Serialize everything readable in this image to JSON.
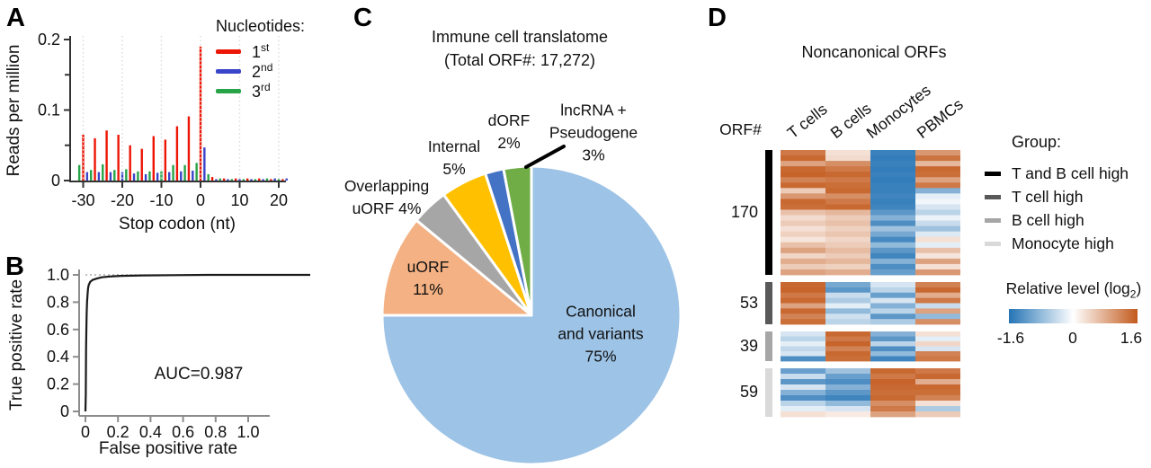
{
  "panels": {
    "a": "A",
    "b": "B",
    "c": "C",
    "d": "D"
  },
  "chart_data": [
    {
      "type": "bar",
      "panel": "A",
      "xlabel": "Stop codon (nt)",
      "ylabel": "Reads per million",
      "xlim": [
        -32,
        23
      ],
      "ylim": [
        0,
        0.2
      ],
      "xticks": [
        [
          -30,
          "-30"
        ],
        [
          -20,
          "-20"
        ],
        [
          -10,
          "-10"
        ],
        [
          0,
          "0"
        ],
        [
          10,
          "10"
        ],
        [
          20,
          "20"
        ]
      ],
      "yticks": [
        [
          0,
          "0"
        ],
        [
          0.1,
          "0.1"
        ],
        [
          0.2,
          "0.2"
        ]
      ],
      "yticks_minor": [
        0.05,
        0.15
      ],
      "grid_x": [
        -30,
        -20,
        -10,
        0,
        10,
        20
      ],
      "legend_title": "Nucleotides:",
      "series": [
        {
          "name": "1st",
          "base": "1",
          "sup": "st",
          "color": "#ed1505"
        },
        {
          "name": "2nd",
          "base": "2",
          "sup": "nd",
          "color": "#3a44c8"
        },
        {
          "name": "3rd",
          "base": "3",
          "sup": "rd",
          "color": "#27a348"
        }
      ],
      "bars": [
        [
          -31,
          2,
          0.022
        ],
        [
          -30,
          0,
          0.065
        ],
        [
          -29,
          1,
          0.012
        ],
        [
          -28,
          2,
          0.015
        ],
        [
          -27,
          0,
          0.06
        ],
        [
          -26,
          1,
          0.012
        ],
        [
          -25,
          2,
          0.023
        ],
        [
          -24,
          0,
          0.071
        ],
        [
          -23,
          1,
          0.012
        ],
        [
          -22,
          2,
          0.015
        ],
        [
          -21,
          0,
          0.065
        ],
        [
          -20,
          1,
          0.012
        ],
        [
          -19,
          2,
          0.016
        ],
        [
          -18,
          0,
          0.05
        ],
        [
          -17,
          1,
          0.01
        ],
        [
          -16,
          2,
          0.013
        ],
        [
          -15,
          0,
          0.045
        ],
        [
          -14,
          1,
          0.009
        ],
        [
          -13,
          2,
          0.013
        ],
        [
          -12,
          0,
          0.063
        ],
        [
          -11,
          1,
          0.011
        ],
        [
          -10,
          2,
          0.013
        ],
        [
          -9,
          0,
          0.058
        ],
        [
          -8,
          1,
          0.012
        ],
        [
          -7,
          2,
          0.022
        ],
        [
          -6,
          0,
          0.077
        ],
        [
          -5,
          1,
          0.013
        ],
        [
          -4,
          2,
          0.022
        ],
        [
          -3,
          0,
          0.091
        ],
        [
          -2,
          1,
          0.014
        ],
        [
          -1,
          2,
          0.025
        ],
        [
          0,
          0,
          0.19
        ],
        [
          1,
          1,
          0.047
        ],
        [
          2,
          2,
          0.009
        ],
        [
          3,
          0,
          0.005
        ],
        [
          4,
          1,
          0.002
        ],
        [
          5,
          2,
          0.003
        ],
        [
          6,
          0,
          0.003
        ],
        [
          7,
          1,
          0.002
        ],
        [
          8,
          2,
          0.002
        ],
        [
          9,
          0,
          0.003
        ],
        [
          10,
          1,
          0.002
        ],
        [
          11,
          2,
          0.002
        ],
        [
          12,
          0,
          0.003
        ],
        [
          13,
          1,
          0.002
        ],
        [
          14,
          2,
          0.002
        ],
        [
          15,
          0,
          0.003
        ],
        [
          16,
          1,
          0.002
        ],
        [
          17,
          2,
          0.003
        ],
        [
          18,
          0,
          0.002
        ],
        [
          19,
          1,
          0.003
        ],
        [
          20,
          2,
          0.002
        ],
        [
          21,
          0,
          0.002
        ],
        [
          22,
          1,
          0.003
        ]
      ]
    },
    {
      "type": "line",
      "panel": "B",
      "xlabel": "False positive rate",
      "ylabel": "True positive rate",
      "annotation": "AUC=0.987",
      "xticks": [
        [
          0,
          "0"
        ],
        [
          0.2,
          "0.2"
        ],
        [
          0.4,
          "0.4"
        ],
        [
          0.6,
          "0.6"
        ],
        [
          0.8,
          "0.8"
        ],
        [
          1,
          "1.0"
        ]
      ],
      "yticks": [
        [
          0,
          "0"
        ],
        [
          0.2,
          "0.2"
        ],
        [
          0.4,
          "0.4"
        ],
        [
          0.6,
          "0.6"
        ],
        [
          0.8,
          "0.8"
        ],
        [
          1,
          "1.0"
        ]
      ],
      "reference_line_y": 1.0,
      "points": [
        [
          0,
          0
        ],
        [
          0.002,
          0.12
        ],
        [
          0.004,
          0.45
        ],
        [
          0.006,
          0.62
        ],
        [
          0.008,
          0.72
        ],
        [
          0.01,
          0.8
        ],
        [
          0.013,
          0.86
        ],
        [
          0.016,
          0.9
        ],
        [
          0.02,
          0.925
        ],
        [
          0.03,
          0.95
        ],
        [
          0.045,
          0.963
        ],
        [
          0.07,
          0.973
        ],
        [
          0.1,
          0.982
        ],
        [
          0.15,
          0.988
        ],
        [
          0.22,
          0.993
        ],
        [
          0.35,
          0.996
        ],
        [
          0.55,
          0.998
        ],
        [
          0.75,
          1.0
        ],
        [
          1.0,
          1.0
        ]
      ]
    },
    {
      "type": "pie",
      "panel": "C",
      "title": "Immune cell translatome",
      "subtitle": "(Total ORF#: 17,272)",
      "slices": [
        {
          "label": "Canonical and variants",
          "pct": 75,
          "color": "#9dc3e6",
          "label_lines": [
            "Canonical",
            "and variants",
            "75%"
          ]
        },
        {
          "label": "uORF",
          "pct": 11,
          "color": "#f4b183",
          "label_lines": [
            "uORF",
            "11%"
          ]
        },
        {
          "label": "Overlapping uORF",
          "pct": 4,
          "color": "#a6a6a6",
          "label_lines": [
            "Overlapping",
            "uORF 4%"
          ]
        },
        {
          "label": "Internal",
          "pct": 5,
          "color": "#ffc000",
          "label_lines": [
            "Internal",
            "5%"
          ]
        },
        {
          "label": "dORF",
          "pct": 2,
          "color": "#4472c4",
          "label_lines": [
            "dORF",
            "2%"
          ]
        },
        {
          "label": "lncRNA + Pseudogene",
          "pct": 3,
          "color": "#70ad47",
          "label_lines": [
            "lncRNA +",
            "Pseudogene",
            "3%"
          ]
        }
      ]
    },
    {
      "type": "heatmap",
      "panel": "D",
      "title": "Noncanonical ORFs",
      "row_axis_label": "ORF#",
      "columns": [
        "T cells",
        "B cells",
        "Monocytes",
        "PBMCs"
      ],
      "legend_title": "Group:",
      "colorscale": {
        "label_pre": "Relative level (log",
        "label_sub": "2",
        "label_post": ")",
        "min": -1.6,
        "mid": 0,
        "max": 1.6,
        "ticks": [
          "-1.6",
          "0",
          "1.6"
        ],
        "min_color": "#2574b5",
        "mid_color": "#ffffff",
        "max_color": "#c35a1d"
      },
      "groups": [
        {
          "name": "T and B cell high",
          "orf_count": 170,
          "bar_color": "#000000",
          "rows": [
            [
              1.3,
              0.3,
              -1.45,
              1.0
            ],
            [
              1.45,
              0.35,
              -1.5,
              1.35
            ],
            [
              0.9,
              1.1,
              -1.45,
              0.7
            ],
            [
              1.45,
              1.3,
              -1.5,
              1.45
            ],
            [
              1.5,
              1.45,
              -1.45,
              1.4
            ],
            [
              1.2,
              1.3,
              -1.5,
              0.9
            ],
            [
              1.45,
              1.4,
              -1.45,
              1.3
            ],
            [
              0.5,
              1.45,
              -1.45,
              -0.9
            ],
            [
              1.0,
              1.1,
              -1.4,
              -0.2
            ],
            [
              1.45,
              1.3,
              -1.45,
              -0.1
            ],
            [
              1.4,
              1.45,
              -1.4,
              -0.3
            ],
            [
              0.6,
              0.7,
              -1.2,
              -0.5
            ],
            [
              0.35,
              0.5,
              -0.9,
              -0.15
            ],
            [
              0.5,
              0.6,
              -1.3,
              -0.4
            ],
            [
              0.3,
              0.45,
              -0.7,
              -0.7
            ],
            [
              0.45,
              0.55,
              -1.0,
              -0.25
            ],
            [
              0.25,
              0.4,
              -1.35,
              0.3
            ],
            [
              0.6,
              0.5,
              -0.8,
              -0.2
            ],
            [
              0.9,
              0.65,
              -1.2,
              0.6
            ],
            [
              0.4,
              0.5,
              -1.4,
              0.25
            ],
            [
              0.8,
              0.7,
              -0.9,
              0.9
            ],
            [
              0.5,
              0.45,
              -1.3,
              0.3
            ],
            [
              0.9,
              0.8,
              -1.1,
              1.0
            ]
          ]
        },
        {
          "name": "T cell high",
          "orf_count": 53,
          "bar_color": "#595959",
          "rows": [
            [
              1.45,
              -1.0,
              -0.3,
              1.2
            ],
            [
              1.5,
              -1.2,
              -0.5,
              1.45
            ],
            [
              1.3,
              -0.4,
              -1.1,
              0.8
            ],
            [
              1.45,
              -0.6,
              -0.3,
              1.3
            ],
            [
              0.9,
              -0.2,
              -0.9,
              -0.4
            ],
            [
              1.45,
              -0.8,
              -0.5,
              0.9
            ],
            [
              1.2,
              -0.35,
              -1.2,
              -0.8
            ],
            [
              1.4,
              -0.5,
              -0.6,
              1.1
            ]
          ]
        },
        {
          "name": "B cell high",
          "orf_count": 39,
          "bar_color": "#a6a6a6",
          "rows": [
            [
              -0.3,
              1.45,
              -0.9,
              0.3
            ],
            [
              -0.5,
              1.3,
              -1.2,
              -0.2
            ],
            [
              -0.2,
              1.5,
              -0.5,
              0.4
            ],
            [
              -0.45,
              1.2,
              -1.3,
              -0.3
            ],
            [
              -0.3,
              1.45,
              -0.8,
              1.2
            ],
            [
              -1.3,
              1.4,
              -1.4,
              1.3
            ]
          ]
        },
        {
          "name": "Monocyte high",
          "orf_count": 59,
          "bar_color": "#d9d9d9",
          "rows": [
            [
              -1.1,
              -0.7,
              1.45,
              1.3
            ],
            [
              -0.4,
              -1.1,
              1.3,
              1.45
            ],
            [
              -1.2,
              -1.3,
              1.5,
              0.8
            ],
            [
              -0.3,
              -0.9,
              1.45,
              1.45
            ],
            [
              -0.9,
              -1.2,
              1.4,
              1.4
            ],
            [
              -1.3,
              -1.4,
              1.45,
              1.2
            ],
            [
              -0.5,
              -0.8,
              1.1,
              0.3
            ],
            [
              -0.2,
              -0.3,
              1.3,
              -0.6
            ],
            [
              0.3,
              0.2,
              0.9,
              0.5
            ]
          ]
        }
      ]
    }
  ]
}
